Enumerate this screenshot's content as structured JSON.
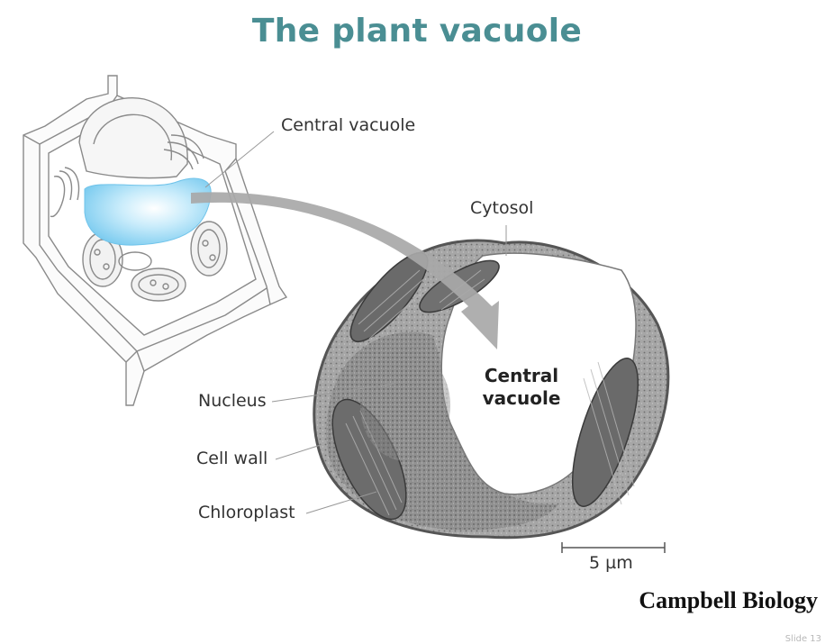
{
  "slide": {
    "title": "The plant vacuole",
    "labels": {
      "central_vacuole": "Central vacuole",
      "cytosol": "Cytosol",
      "micrograph_vacuole": "Central\nvacuole",
      "nucleus": "Nucleus",
      "cell_wall": "Cell wall",
      "chloroplast": "Chloroplast",
      "scale_bar": "5 µm"
    },
    "credit": "Campbell Biology",
    "slide_number": "Slide 13"
  },
  "colors": {
    "title": "#4a8e93",
    "vacuole_highlight": "#8fd3f3",
    "arrow": "#a8a8a8",
    "micrograph": "#8a8a8a"
  }
}
